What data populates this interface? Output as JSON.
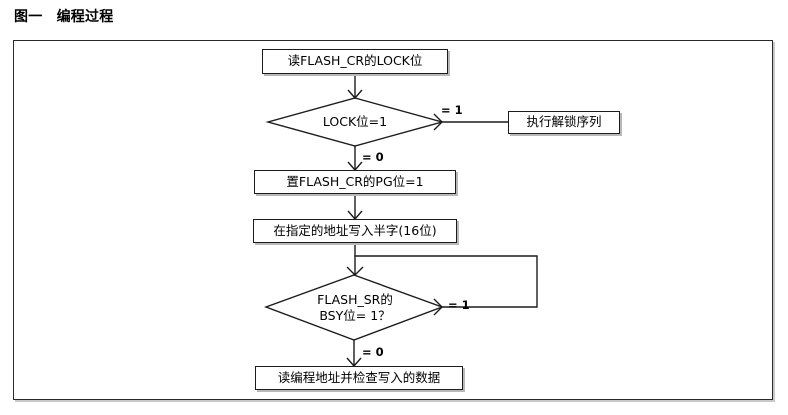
{
  "figure": {
    "caption": "图一　编程过程"
  },
  "flowchart": {
    "type": "flowchart",
    "nodes": [
      {
        "id": "read-lock",
        "shape": "process",
        "label": "读FLASH_CR的LOCK位"
      },
      {
        "id": "lock-check",
        "shape": "decision",
        "label_line1": "LOCK位=1",
        "label_line2": ""
      },
      {
        "id": "unlock-seq",
        "shape": "process",
        "label": "执行解锁序列"
      },
      {
        "id": "set-pg",
        "shape": "process",
        "label": "置FLASH_CR的PG位=1"
      },
      {
        "id": "write-halfword",
        "shape": "process",
        "label": "在指定的地址写入半字(16位)"
      },
      {
        "id": "bsy-check",
        "shape": "decision",
        "label_line1": "FLASH_SR的",
        "label_line2": "BSY位= 1？"
      },
      {
        "id": "verify-data",
        "shape": "process",
        "label": "读编程地址并检查写入的数据"
      }
    ],
    "edges": [
      {
        "from": "read-lock",
        "to": "lock-check",
        "label": ""
      },
      {
        "from": "lock-check",
        "to": "unlock-seq",
        "label": "= 1"
      },
      {
        "from": "lock-check",
        "to": "set-pg",
        "label": "= 0"
      },
      {
        "from": "set-pg",
        "to": "write-halfword",
        "label": ""
      },
      {
        "from": "write-halfword",
        "to": "bsy-check",
        "label": ""
      },
      {
        "from": "bsy-check",
        "to": "write-halfword",
        "label": "= 1"
      },
      {
        "from": "bsy-check",
        "to": "verify-data",
        "label": "= 0"
      }
    ],
    "edge_labels": {
      "lock_yes": "= 1",
      "lock_no": "= 0",
      "bsy_yes": "= 1",
      "bsy_no": "= 0"
    },
    "colors": {
      "line": "#1c1c1c",
      "frame": "#2a2a2a",
      "shadow": "#b9b9b9",
      "background": "#ffffff",
      "text": "#000000"
    }
  }
}
